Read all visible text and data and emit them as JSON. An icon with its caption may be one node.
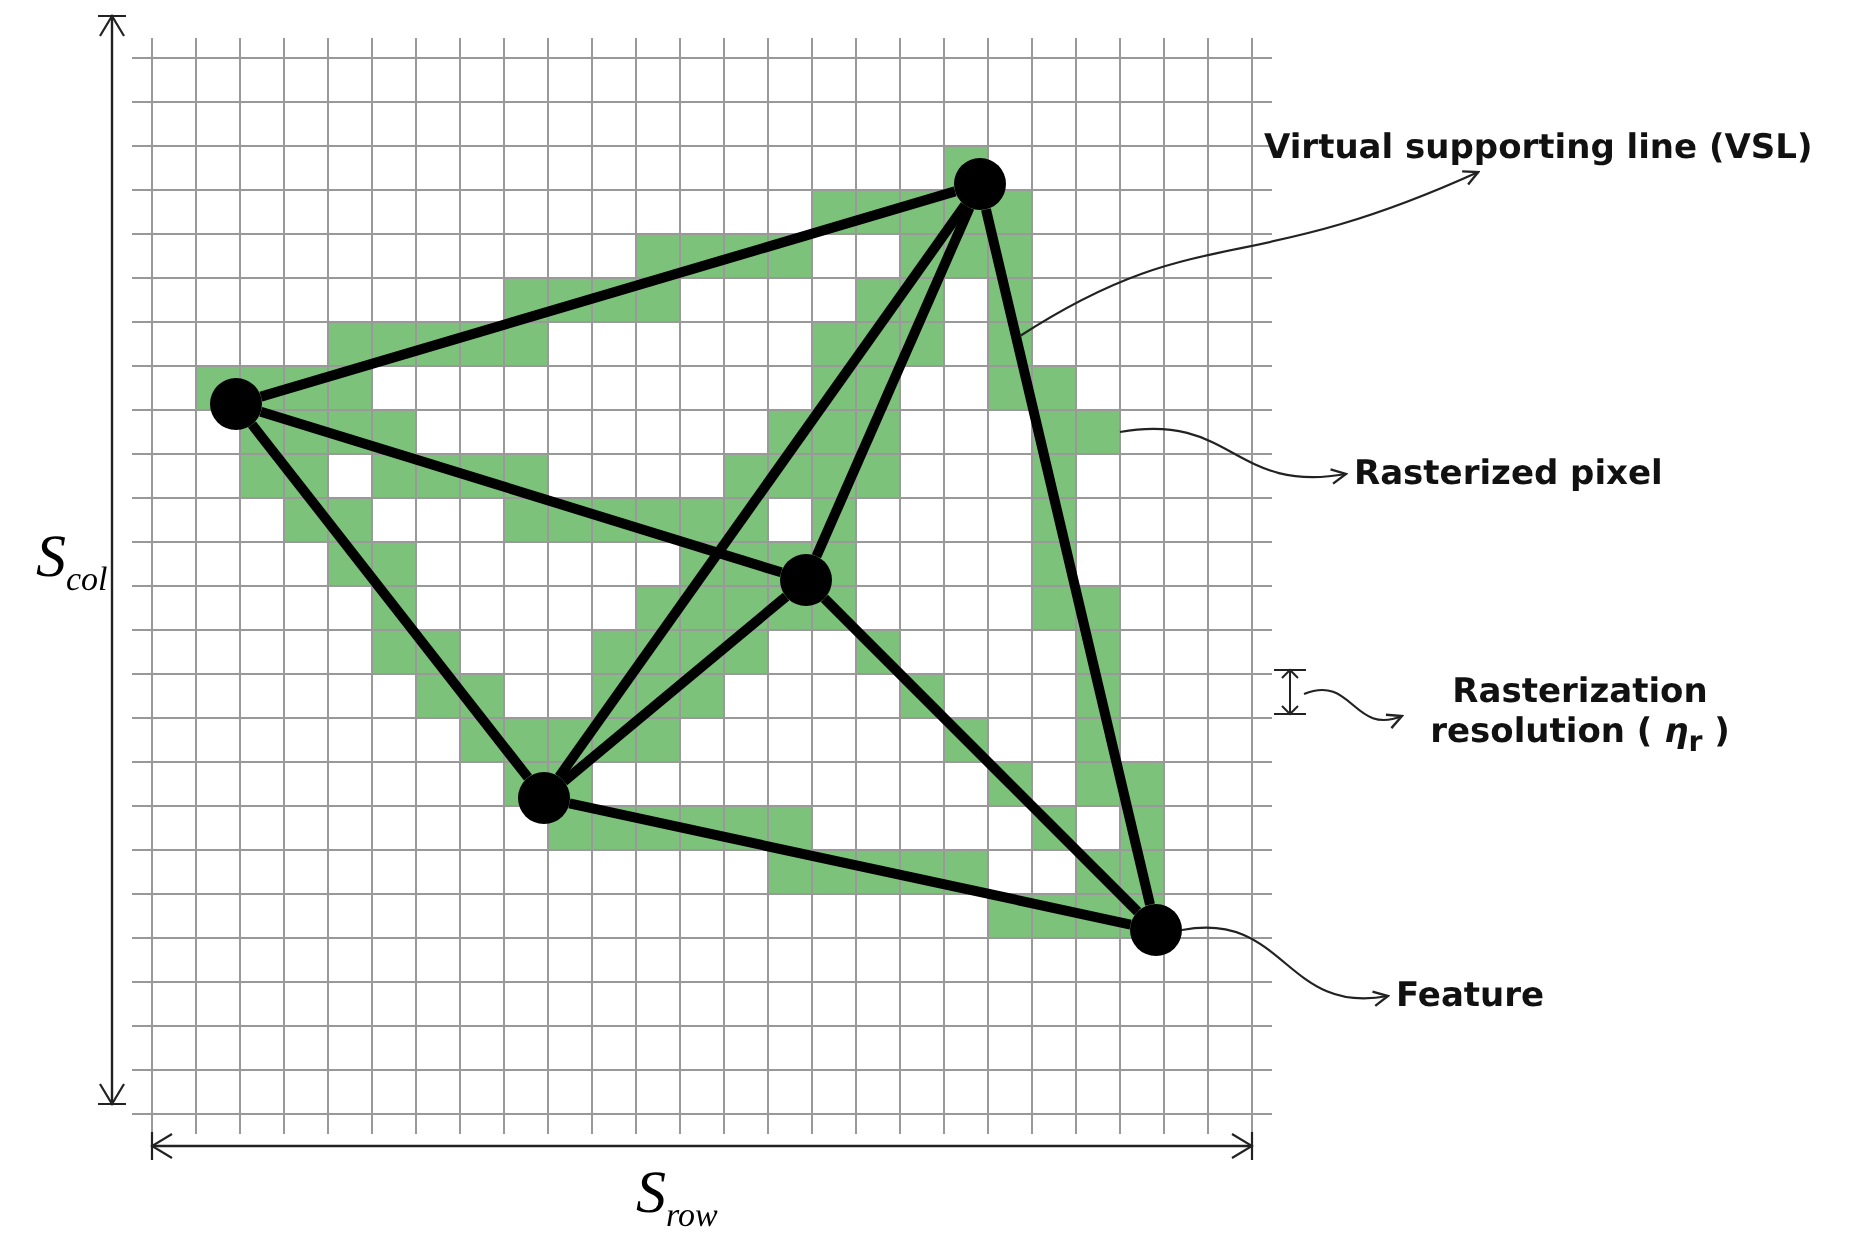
{
  "diagram": {
    "nodes": [
      {
        "text": [
          "Virtual supporting line (VSL)"
        ]
      },
      {
        "text": [
          "Rasterized pixel"
        ]
      },
      {
        "text": [
          "Rasterization resolution ( *η*$_{r}$ )"
        ]
      },
      {
        "text": [
          "Feature"
        ]
      },
      {
        "text": [],
        "shape": "circle"
      },
      {
        "text": [],
        "shape": "circle"
      },
      {
        "text": [],
        "shape": "circle"
      },
      {
        "text": [],
        "shape": "circle"
      },
      {
        "text": [],
        "shape": "circle"
      },
      {
        "text": [],
        "shape": "box"
      }
    ],
    "edges": [
      {
        "from": 4,
        "to": 5,
        "arrow": "none"
      },
      {
        "from": 4,
        "to": 6,
        "arrow": "none"
      },
      {
        "from": 4,
        "to": 7,
        "arrow": "none"
      },
      {
        "from": 4,
        "to": 8,
        "arrow": "none"
      },
      {
        "from": 5,
        "to": 6,
        "arrow": "none"
      },
      {
        "from": 5,
        "to": 7,
        "arrow": "none"
      },
      {
        "from": 6,
        "to": 7,
        "arrow": "none"
      },
      {
        "from": 6,
        "to": 8,
        "arrow": "none"
      },
      {
        "from": 7,
        "to": 8,
        "arrow": "none"
      },
      {
        "from": null,
        "to": 0,
        "arrow": "to"
      },
      {
        "from": 9,
        "to": 1,
        "arrow": "to"
      },
      {
        "from": null,
        "to": 2,
        "arrow": "to"
      },
      {
        "from": 8,
        "to": 3,
        "arrow": "to"
      }
    ],
    "labels": [
      "S$_{col}$",
      "S$_{row}$"
    ]
  }
}
